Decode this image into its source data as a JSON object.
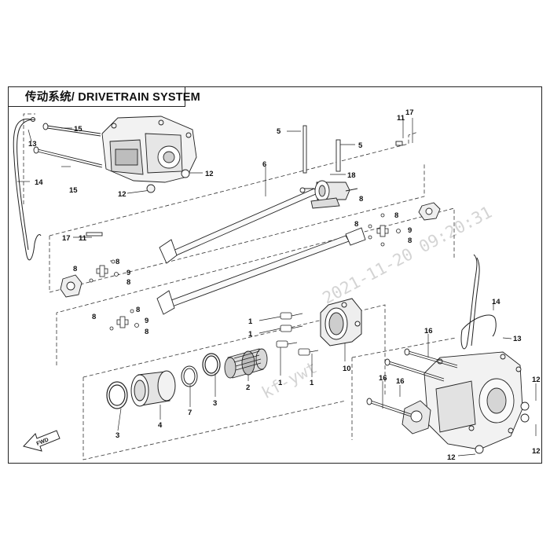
{
  "title": "传动系统/ DRIVETRAIN SYSTEM",
  "watermark": "2021-11-20 09:20:31",
  "watermark_user": "kf-ywt",
  "fwd_label": "FWD",
  "callouts": {
    "c1a": "1",
    "c1b": "1",
    "c1c": "1",
    "c1d": "1",
    "c2": "2",
    "c3a": "3",
    "c3b": "3",
    "c4": "4",
    "c5a": "5",
    "c5b": "5",
    "c6": "6",
    "c7": "7",
    "c8a": "8",
    "c8b": "8",
    "c8c": "8",
    "c8d": "8",
    "c8e": "8",
    "c8f": "8",
    "c8g": "8",
    "c8h": "8",
    "c8i": "8",
    "c8j": "8",
    "c9a": "9",
    "c9b": "9",
    "c9c": "9",
    "c10": "10",
    "c11a": "11",
    "c11b": "11",
    "c12a": "12",
    "c12b": "12",
    "c12c": "12",
    "c12d": "12",
    "c12e": "12",
    "c13a": "13",
    "c13b": "13",
    "c14a": "14",
    "c14b": "14",
    "c15a": "15",
    "c15b": "15",
    "c16a": "16",
    "c16b": "16",
    "c16c": "16",
    "c17a": "17",
    "c17b": "17",
    "c18": "18"
  }
}
